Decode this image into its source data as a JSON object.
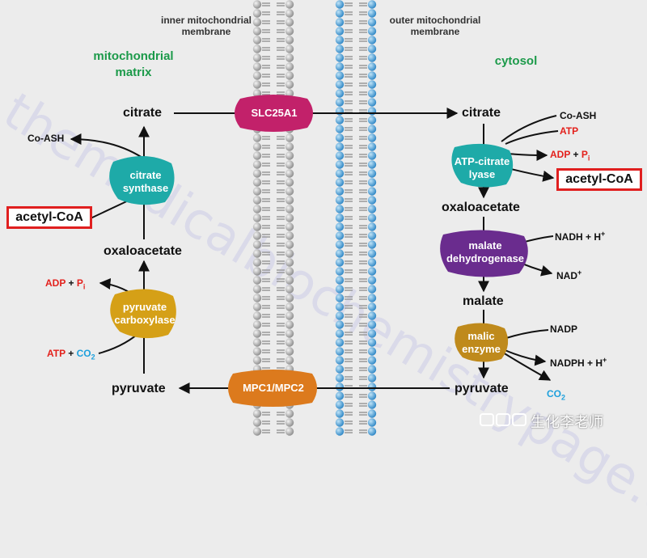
{
  "membranes": {
    "inner": "inner mitochondrial\nmembrane",
    "outer": "outer mitochondrial\nmembrane"
  },
  "compartments": {
    "matrix": "mitochondrial\nmatrix",
    "cytosol": "cytosol"
  },
  "matrix": {
    "citrate": "citrate",
    "co_ash": "Co-ASH",
    "acetyl_coa": "acetyl-CoA",
    "oxaloacetate": "oxaloacetate",
    "adp": "ADP",
    "plus1": "+",
    "pi_p": "P",
    "pi_i": "i",
    "atp": "ATP",
    "plus2": "+",
    "co": "CO",
    "co_sub": "2",
    "pyruvate": "pyruvate"
  },
  "cytosol_side": {
    "citrate": "citrate",
    "co_ash": "Co-ASH",
    "atp": "ATP",
    "adp": "ADP",
    "plus1": "+",
    "pi_p": "P",
    "pi_i": "i",
    "acetyl_coa": "acetyl-CoA",
    "oxaloacetate": "oxaloacetate",
    "nadh": "NADH + H",
    "nadh_sup": "+",
    "nad": "NAD",
    "nad_sup": "+",
    "malate": "malate",
    "nadp": "NADP",
    "nadph": "NADPH + H",
    "nadph_sup": "+",
    "co": "CO",
    "co_sub": "2",
    "pyruvate": "pyruvate"
  },
  "transporters": {
    "slc": "SLC25A1",
    "mpc": "MPC1/MPC2"
  },
  "enzymes": {
    "citrate_synthase": "citrate\nsynthase",
    "pyruvate_carboxylase": "pyruvate\ncarboxylase",
    "atp_citrate_lyase": "ATP-citrate\nlyase",
    "malate_dehydrogenase": "malate\ndehydrogenase",
    "malic_enzyme": "malic\nenzyme"
  },
  "watermark": {
    "text": "themedicalbiochemistrypage.org",
    "logo": "bilibili",
    "author": "生化李老师"
  },
  "colors": {
    "background": "#ececec",
    "matrix_label": "#1c9a4a",
    "red": "#e3211c",
    "blue": "#1ea0dc",
    "slc": "#c2216a",
    "mpc": "#dc7a1d",
    "teal": "#1eaaa8",
    "gold": "#d5a017",
    "purple": "#6a2c8e",
    "mustard": "#bf8a1c"
  }
}
